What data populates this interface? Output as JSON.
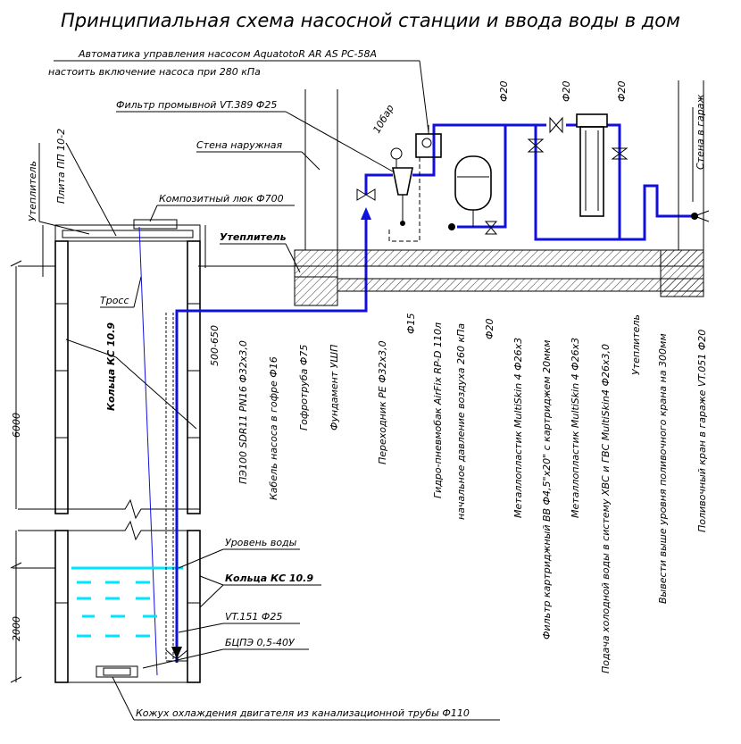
{
  "title": "Принципиальная схема насосной станции и ввода воды в дом",
  "labels": {
    "automation": "Автоматика управления насосом AquatotoR AR AS PC-58A",
    "automation_setting": "настоить включение насоса при 280 кПа",
    "wash_filter": "Фильтр промывной VT.389 Ф25",
    "outer_wall": "Стена наружная",
    "composite_hatch": "Композитный люк Ф700",
    "insulation_top": "Утеплитель",
    "insulation_left": "Утеплитель",
    "slab": "Плита ПП 10-2",
    "cable": "Тросс",
    "rings_upper": "Кольца КС 10.9",
    "rings_lower": "Кольца КС 10.9",
    "water_level": "Уровень воды",
    "check_valve": "VT.151 Ф25",
    "pump": "БЦПЭ 0,5-40У",
    "cooling_jacket": "Кожух охлаждения двигателя из канализационной трубы Ф110",
    "garage_wall": "Стена в гараж",
    "pressure_gauge": "10бар",
    "depth_range": "500-650",
    "pipe_pe": "ПЭ100 SDR11 PN16 Ф32х3,0",
    "pump_cable": "Кабель насоса в гофре Ф16",
    "corrugated_pipe": "Гофротруба Ф75",
    "foundation": "Фундамент УШП",
    "adapter": "Переходник PE Ф32х3,0",
    "d15": "Ф15",
    "accumulator": "Гидро-пневмобак AirFix RP-D 110л",
    "accumulator_pressure": "начальное давление воздуха 260 кПа",
    "d20_a": "Ф20",
    "metal_plastic_1": "Металлопластик MultiSkin 4 Ф26х3",
    "cartridge_filter": "Фильтр картриджный BB Ф4,5\"х20\" с картриджем 20мкм",
    "metal_plastic_2": "Металлопластик MultiSkin 4 Ф26х3",
    "cold_water_feed": "Подача холодной воды в систему ХВС и ГВС MultiSkin4 Ф26х3,0",
    "insulation_right": "Утеплитель",
    "tap_level": "Вывести выше уровня поливочного крана на 300мм",
    "garden_tap": "Поливочный кран в гараже VT.051 Ф20",
    "d20_top1": "Ф20",
    "d20_top2": "Ф20",
    "d20_top3": "Ф20",
    "dim_6000": "6000",
    "dim_2000": "2000"
  },
  "colors": {
    "pipe": "#1010e0",
    "water": "#00e5ff",
    "line": "#000000"
  }
}
